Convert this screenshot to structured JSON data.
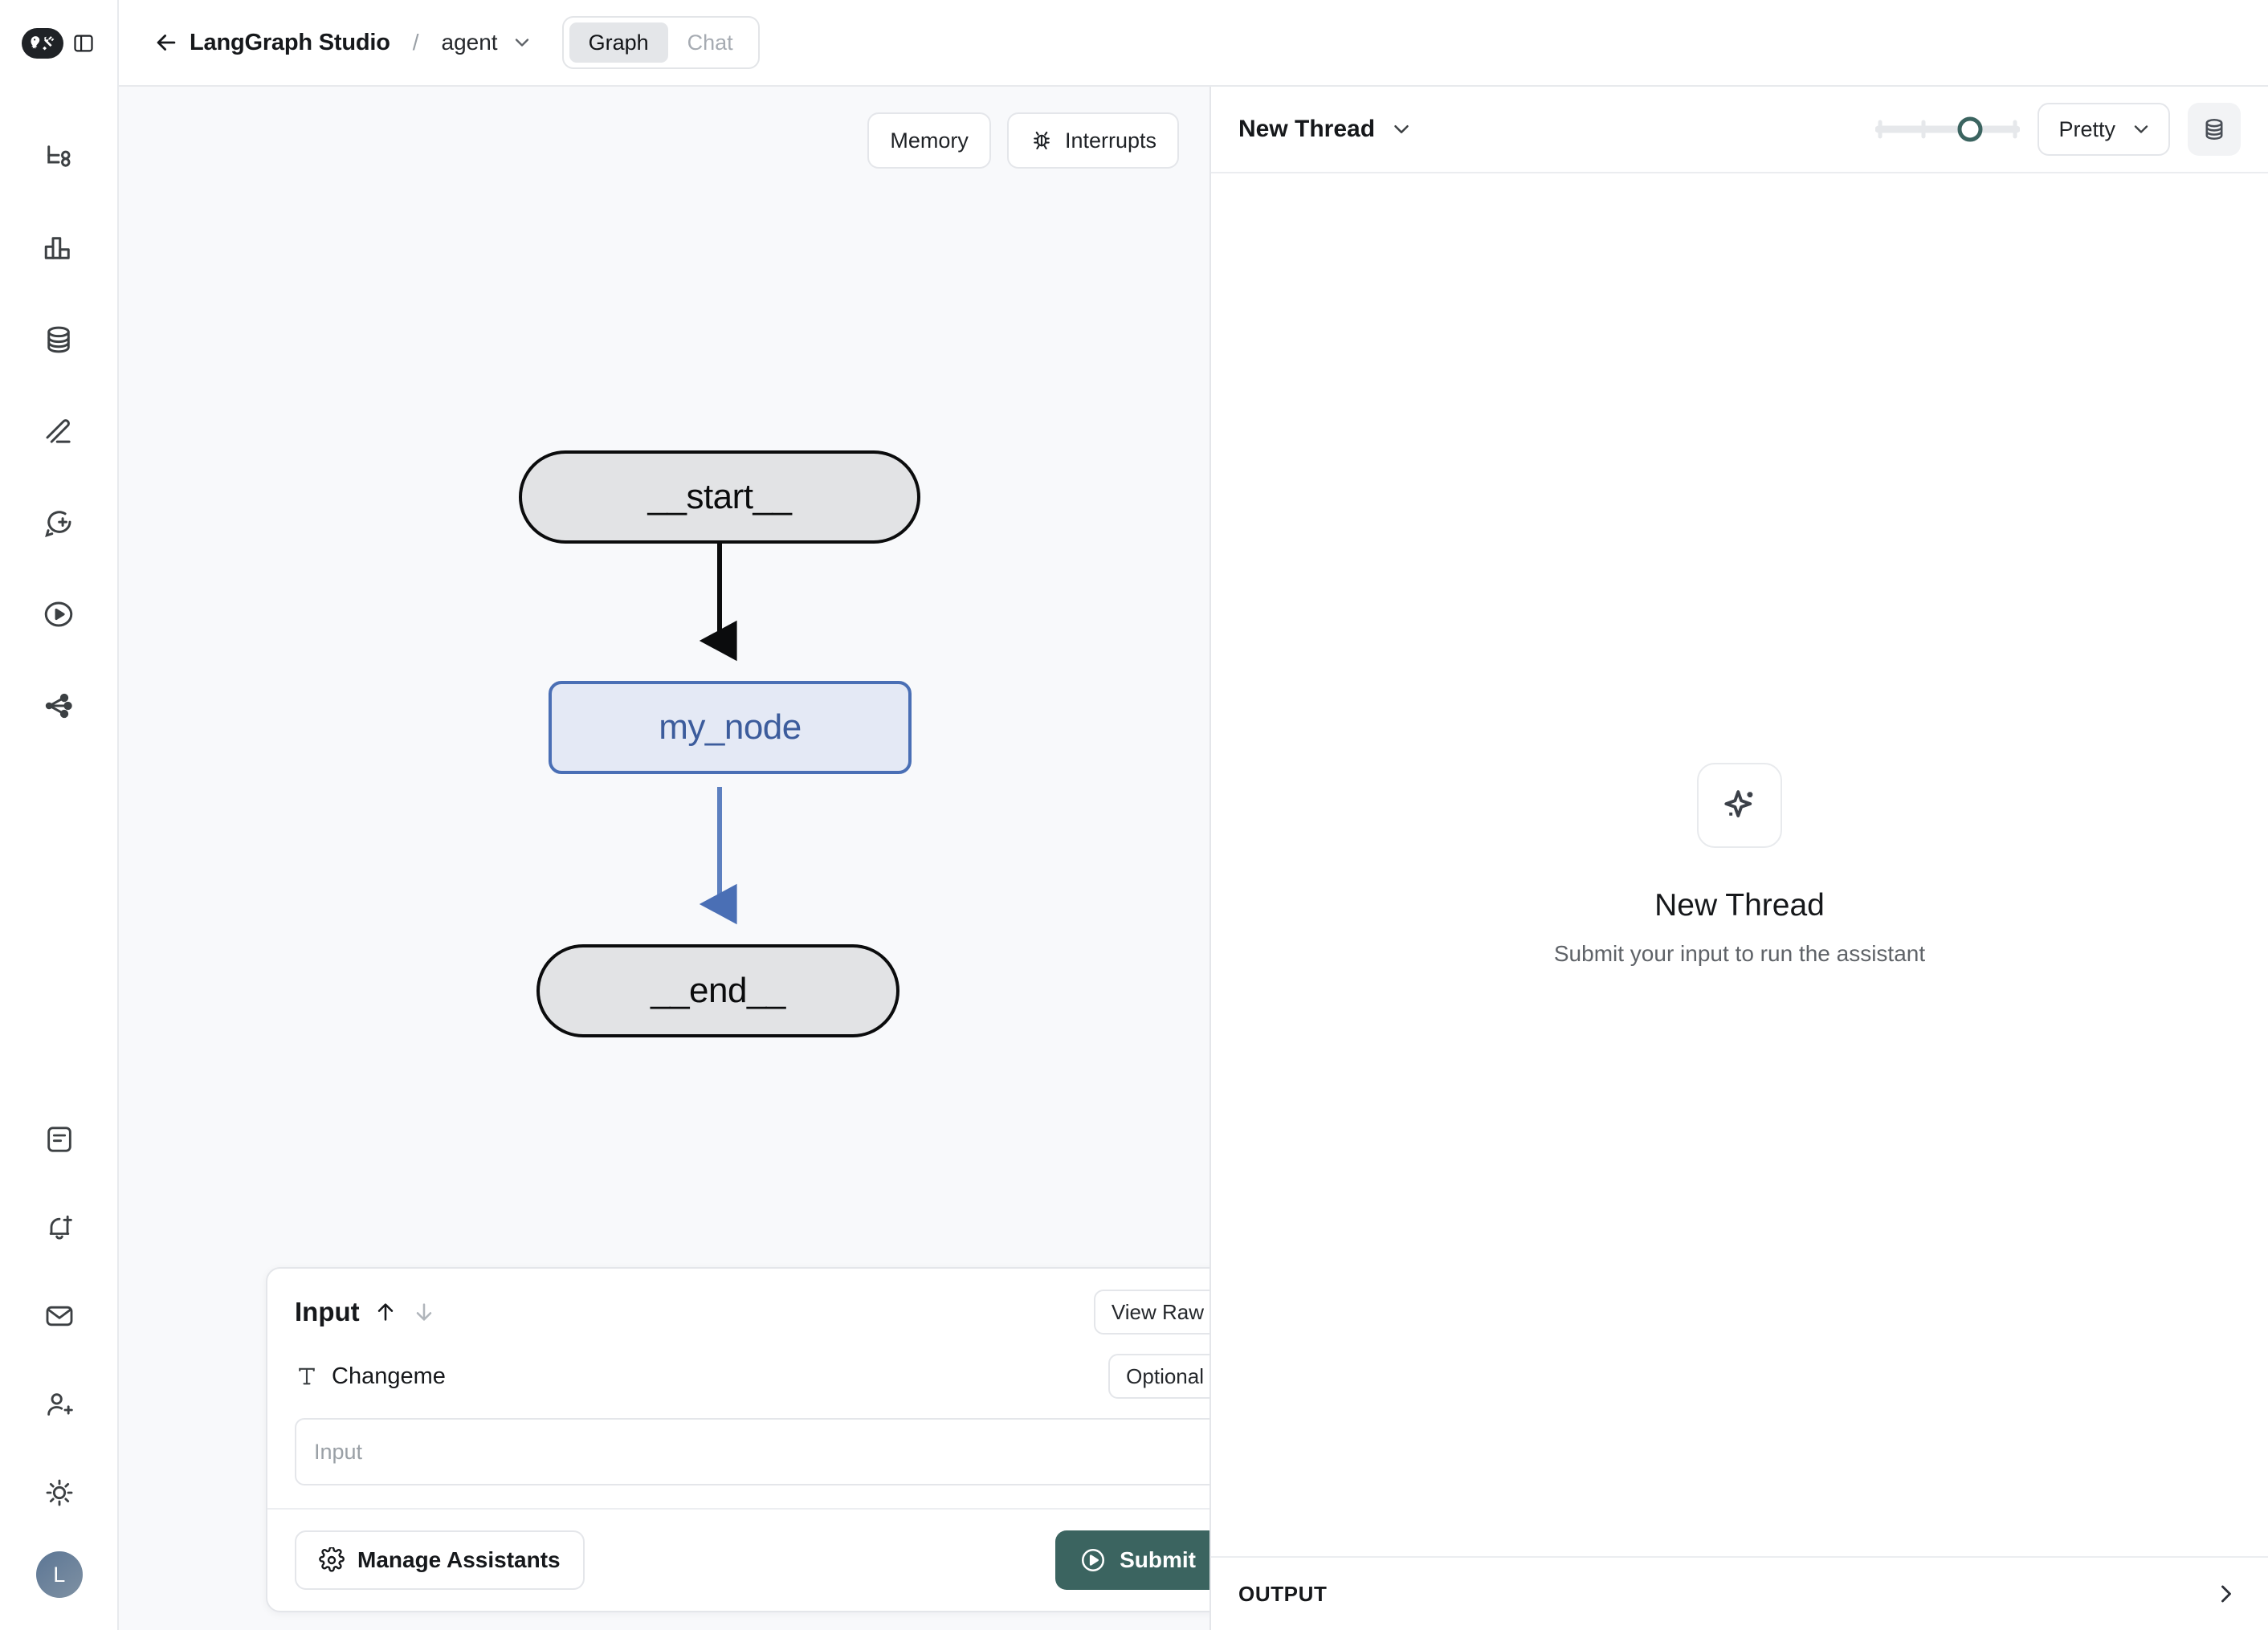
{
  "app": {
    "logo_icon": "langchain-parrot-logo",
    "panel_toggle_icon": "sidebar-toggle-icon"
  },
  "rail": {
    "top_items": [
      {
        "icon": "graph-tree-icon",
        "name": "deployments"
      },
      {
        "icon": "bar-chart-icon",
        "name": "monitoring"
      },
      {
        "icon": "database-icon",
        "name": "datasets"
      },
      {
        "icon": "pencil-icon",
        "name": "annotations"
      },
      {
        "icon": "chat-plus-icon",
        "name": "prompts"
      },
      {
        "icon": "play-circle-icon",
        "name": "playground"
      },
      {
        "icon": "share-nodes-icon",
        "name": "experiments"
      }
    ],
    "bottom_items": [
      {
        "icon": "document-icon",
        "name": "docs"
      },
      {
        "icon": "bell-plus-icon",
        "name": "alerts"
      },
      {
        "icon": "envelope-icon",
        "name": "inbox"
      },
      {
        "icon": "user-plus-icon",
        "name": "invite-member"
      },
      {
        "icon": "sun-icon",
        "name": "theme-toggle"
      }
    ],
    "avatar_initial": "L"
  },
  "topbar": {
    "back_icon": "arrow-left-icon",
    "title": "LangGraph Studio",
    "separator": "/",
    "assistant": "agent",
    "assistant_chevron": "chevron-down-icon",
    "tabs": [
      {
        "label": "Graph",
        "active": true
      },
      {
        "label": "Chat",
        "active": false
      }
    ]
  },
  "canvas": {
    "tools": [
      {
        "label": "Memory",
        "icon": null
      },
      {
        "label": "Interrupts",
        "icon": "bug-icon"
      }
    ],
    "graph": {
      "nodes": [
        {
          "id": "start",
          "label": "__start__",
          "type": "terminal"
        },
        {
          "id": "my_node",
          "label": "my_node",
          "type": "active"
        },
        {
          "id": "end",
          "label": "__end__",
          "type": "terminal"
        }
      ],
      "edges": [
        {
          "from": "__start__",
          "to": "my_node",
          "color": "#0b0c0d"
        },
        {
          "from": "my_node",
          "to": "__end__",
          "color": "#4a6fb5"
        }
      ],
      "colors": {
        "terminal_fill": "#e2e3e5",
        "terminal_stroke": "#0b0c0d",
        "active_fill": "#e4e9f5",
        "active_stroke": "#4a6fb5",
        "active_text": "#3c5c9c",
        "canvas_bg": "#f8f9fb"
      }
    }
  },
  "input_panel": {
    "title": "Input",
    "sort_up_icon": "arrow-up-icon",
    "sort_down_icon": "arrow-down-icon",
    "view_raw_label": "View Raw",
    "collapse_icon": "chevron-down-icon",
    "field": {
      "type_icon": "text-type-icon",
      "label": "Changeme",
      "badge": "Optional",
      "badge_chevron": "chevron-down-icon",
      "placeholder": "Input",
      "value": ""
    },
    "manage_label": "Manage Assistants",
    "manage_icon": "gear-icon",
    "submit_label": "Submit",
    "submit_icon": "play-circle-icon",
    "submit_caret_icon": "chevron-down-icon",
    "submit_color": "#3b6460"
  },
  "thread": {
    "name": "New Thread",
    "name_chevron": "chevron-down-icon",
    "slider": {
      "value": 66,
      "min": 0,
      "max": 100,
      "ticks": 3,
      "accent": "#3b6460"
    },
    "format_select": "Pretty",
    "format_chevron": "chevron-down-icon",
    "history_icon": "database-icon",
    "empty": {
      "icon": "sparkle-icon",
      "title": "New Thread",
      "subtitle": "Submit your input to run the assistant"
    },
    "footer": {
      "label": "OUTPUT",
      "expand_icon": "chevron-right-icon"
    }
  }
}
